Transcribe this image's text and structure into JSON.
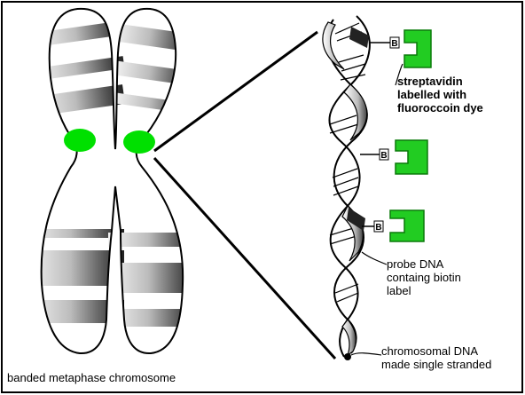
{
  "labels": {
    "streptavidin": "streptavidin\nlabelled with\nfluoroccoin dye",
    "probe": "probe DNA\ncontaing biotin\nlabel",
    "chromosomal": "chromosomal DNA\nmade single stranded",
    "caption": "banded metaphase chromosome"
  },
  "biotin_marker": "B",
  "colors": {
    "probe_spot": "#00e000",
    "streptavidin": "#22cc22",
    "outline": "#000000",
    "background": "#ffffff"
  }
}
